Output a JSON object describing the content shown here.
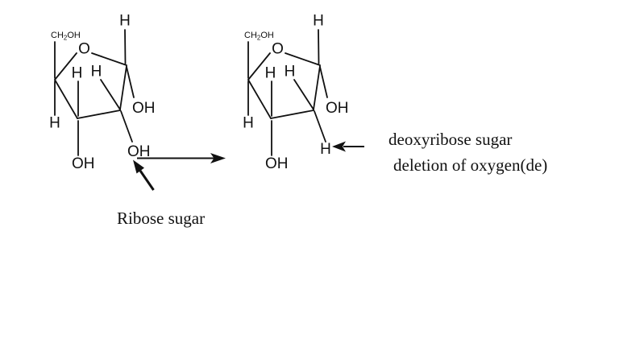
{
  "captions": {
    "ribose": "Ribose sugar",
    "deoxy_line1": "deoxyribose sugar",
    "deoxy_line2": "deletion of oxygen(de)"
  },
  "colors": {
    "bond": "#111111",
    "text": "#111111",
    "highlight": "#ee1111"
  },
  "ribose": {
    "labels": {
      "ch2oh_main": "CH",
      "ch2oh_sub": "2",
      "ch2oh_tail": "OH",
      "ring_oxygen": "O",
      "h_top": "H",
      "h_c3": "H",
      "h_c2": "H",
      "oh_c1": "OH",
      "h_c4": "H",
      "oh_c3": "OH",
      "c2_substituent": "OH"
    }
  },
  "deoxyribose": {
    "labels": {
      "ch2oh_main": "CH",
      "ch2oh_sub": "2",
      "ch2oh_tail": "OH",
      "ring_oxygen": "O",
      "h_top": "H",
      "h_c3": "H",
      "h_c2": "H",
      "oh_c1": "OH",
      "h_c4": "H",
      "oh_c3": "OH",
      "c2_substituent": "H"
    }
  }
}
